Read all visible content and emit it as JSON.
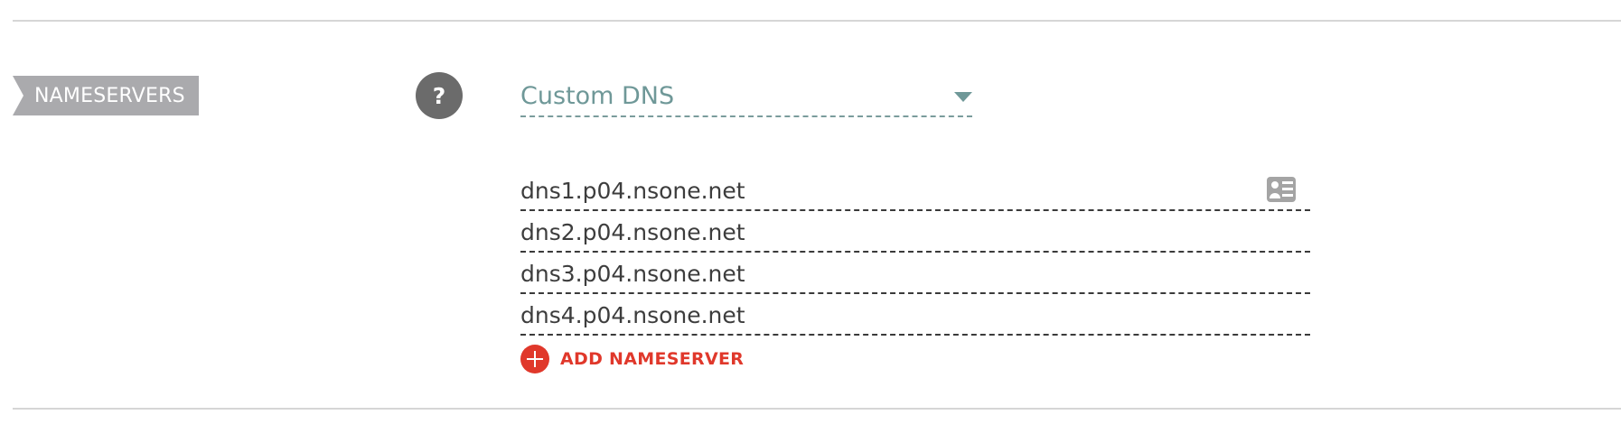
{
  "section": {
    "label": "NAMESERVERS"
  },
  "help": {
    "glyph": "?",
    "icon": "question-circle-icon"
  },
  "dns_type_select": {
    "selected_value": "Custom DNS",
    "icon": "caret-down-icon"
  },
  "nameservers": [
    {
      "value": "dns1.p04.nsone.net"
    },
    {
      "value": "dns2.p04.nsone.net"
    },
    {
      "value": "dns3.p04.nsone.net"
    },
    {
      "value": "dns4.p04.nsone.net"
    }
  ],
  "contact_icon": "contact-card-icon",
  "add_nameserver": {
    "label": "ADD NAMESERVER",
    "icon": "plus-circle-icon"
  },
  "colors": {
    "label_bg": "#aaaaad",
    "help_bg": "#6b6b6b",
    "select_accent": "#6f9898",
    "text": "#3d3d3d",
    "add_accent": "#e0382b",
    "divider": "#d6d6d6"
  }
}
